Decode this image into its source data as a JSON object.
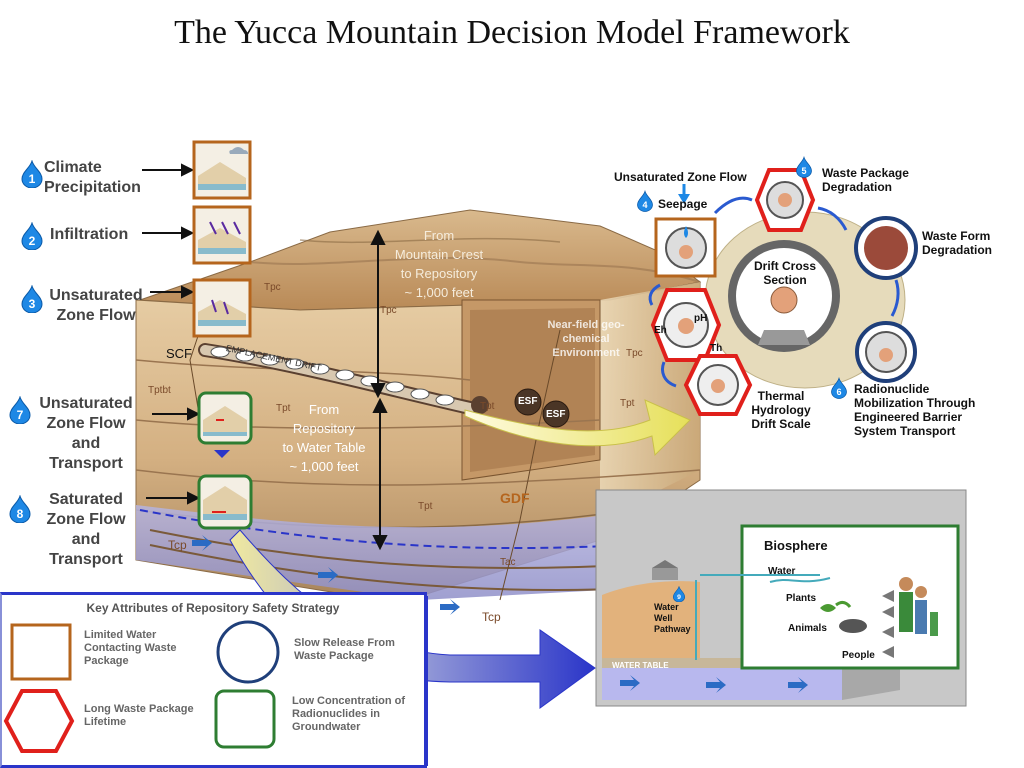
{
  "title": "The Yucca Mountain Decision Model Framework",
  "steps": [
    {
      "num": "1",
      "label": "Climate\nPrecipitation"
    },
    {
      "num": "2",
      "label": "Infiltration"
    },
    {
      "num": "3",
      "label": "Unsaturated\nZone Flow"
    },
    {
      "num": "4",
      "label": "Seepage"
    },
    {
      "num": "5",
      "label": "Waste Package\nDegradation"
    },
    {
      "num": "6",
      "label": "Radionuclide\nMobilization Through\nEngineered Barrier\nSystem Transport"
    },
    {
      "num": "7",
      "label": "Unsaturated\nZone Flow\nand\nTransport"
    },
    {
      "num": "8",
      "label": "Saturated\nZone Flow\nand\nTransport"
    },
    {
      "num": "9",
      "label": "Water\nWell\nPathway"
    }
  ],
  "labels": {
    "uz_flow_top": "Unsaturated Zone Flow",
    "waste_form": "Waste Form\nDegradation",
    "drift_cross": "Drift Cross\nSection",
    "thermal": "Thermal\nHydrology\nDrift Scale",
    "near_field": "Near-field geo-\nchemical\nEnvironment",
    "crest": "From\nMountain Crest\nto Repository\n~ 1,000 feet",
    "water_table": "From\nRepository\nto Water Table\n~ 1,000 feet",
    "gdf": "GDF",
    "scf": "SCF",
    "emplacement": "EMPLACEMENT DRIFT",
    "esf": "ESF",
    "eh": "Eh",
    "ph": "pH",
    "th": "Th",
    "geo": [
      "Tpc",
      "Tpc",
      "Tpt",
      "Tpt",
      "Tpt",
      "Tpt",
      "Tptbt",
      "Tac",
      "Tcp",
      "Tcp",
      "Tpc"
    ]
  },
  "key": {
    "title": "Key Attributes of Repository Safety Strategy",
    "items": [
      {
        "label": "Limited Water\nContacting Waste\nPackage",
        "shape": "square",
        "color": "#b5651d"
      },
      {
        "label": "Slow Release From\nWaste Package",
        "shape": "circle",
        "color": "#1f3f7a"
      },
      {
        "label": "Long Waste Package\nLifetime",
        "shape": "hexagon",
        "color": "#e0201b"
      },
      {
        "label": "Low Concentration of\nRadionuclides in\nGroundwater",
        "shape": "rounded-square",
        "color": "#2e7d32"
      }
    ]
  },
  "biosphere": {
    "title": "Biosphere",
    "water": "Water",
    "plants": "Plants",
    "animals": "Animals",
    "people": "People",
    "water_table": "WATER TABLE"
  },
  "colors": {
    "badge": "#1e88e5",
    "accent_red": "#e0201b",
    "accent_green": "#2e7d32",
    "accent_brown": "#b5651d",
    "accent_blue": "#2a35c9"
  }
}
